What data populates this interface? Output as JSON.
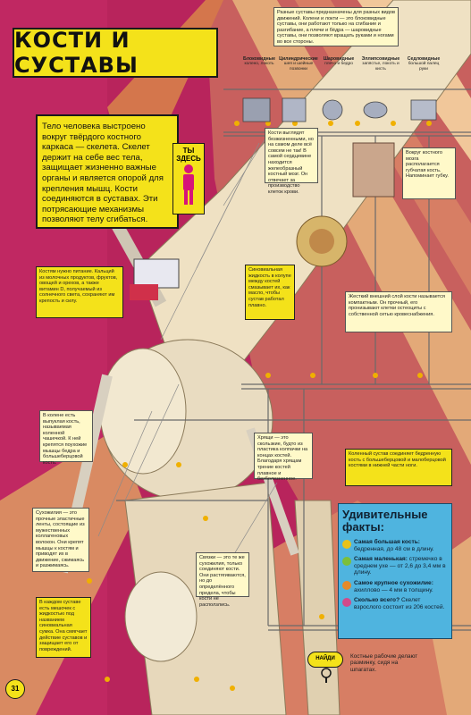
{
  "title": "КОСТИ И СУСТАВЫ",
  "page_number": "31",
  "intro_text": "Тело человека выстроено вокруг твёрдого костного каркаса — скелета. Скелет держит на себе вес тела, защищает жизненно важные органы и является опорой для крепления мышц. Кости соединяются в суставах. Эти потрясающие механизмы позволяют телу сгибаться.",
  "you_are_here": "ТЫ ЗДЕСЬ",
  "top_callout": "Разные суставы предназначены для разных видов движений. Колени и локти — это блоковидные суставы, они работают только на сгибание и разгибание, а плечи и бёдра — шаровидные суставы, они позволяют вращать руками и ногами во все стороны.",
  "joint_types": [
    {
      "name": "Блоковидные",
      "desc": "колено, локоть"
    },
    {
      "name": "Цилиндрические",
      "desc": "шея и шейные позвонки"
    },
    {
      "name": "Шаровидные",
      "desc": "плечо и бедро"
    },
    {
      "name": "Эллипсовидные",
      "desc": "запястье, локоть и кисть"
    },
    {
      "name": "Седловидные",
      "desc": "большой палец руки"
    }
  ],
  "callouts": {
    "bones_alive": "Кости выглядят безжизненными, но на самом деле всё совсем не так! В самой сердцевине находится желеобразный костный мозг. Он отвечает за производство клеток крови.",
    "spongy_bone": "Вокруг костного мозга располагается губчатая кость. Напоминает губку.",
    "nutrition": "Костям нужно питание. Кальций из молочных продуктов, фруктов, овощей и орехов, а также витамин D, получаемый из солнечного света, сохраняют им крепость и силу.",
    "synovial": "Синовиальная жидкость в колупе между костей смазывает их, как масло, чтобы сустав работал плавно.",
    "hard_outer": "Жесткий внешний слой кости называется компактным. Он прочный, его пронизывают клетки остеоциты с собственной сетью кровеснабжения.",
    "kneecap": "В колене есть выпуклая кость, называемая коленной чашечкой. К ней крепятся поухожие мышцы бедра и большеберцовой кость.",
    "cartilage": "Хрящи — это скользкие, будто из пластика колпачки на концах костей. Благодаря хрящам трение костей плавное и безболезненное.",
    "knee_joint": "Коленный сустав соединяет бедренную кость с большеберцовой и малоберцовой костями в нижней части ноги.",
    "tendon": "Сухожилия — это прочные эластичные ленты, состоящие из мужественных коллагеновых волокон. Они крепят мышцы к костям и приводят их в движение, сжимаясь и разжимаясь.",
    "ligament": "Связки — это те же сухожилия, только соединяют кости. Они растягиваются, но до определённого предела, чтобы кости не расползлись.",
    "bursa": "В каждом суставе есть мешочек с жидкостью под названием синовиальная сумка. Она смягчает действие суставов и защищает его от повреждений."
  },
  "facts": {
    "heading": "Удивительные факты:",
    "items": [
      {
        "label": "Самая большая кость:",
        "text": "бедренная, до 48 см в длину.",
        "color": "#e8c21a"
      },
      {
        "label": "Самая маленькая:",
        "text": "стремечко в среднем ухе — от 2,6 до 3,4 мм в длину.",
        "color": "#7cbf3a"
      },
      {
        "label": "Самое крупное сухожилие:",
        "text": "ахиллово — 4 мм в толщину.",
        "color": "#e48a2a"
      },
      {
        "label": "Сколько всего?",
        "text": "Скелет взрослого состоит из 206 костей.",
        "color": "#d24a8a"
      }
    ]
  },
  "find": {
    "button": "НАЙДИ",
    "text": "Костные рабочие делают разминку, сидя на шпагатах."
  },
  "colors": {
    "magenta": "#b8245c",
    "yellow": "#f4e21a",
    "blue": "#4fb4df",
    "pale_yellow": "#fff9c9"
  }
}
